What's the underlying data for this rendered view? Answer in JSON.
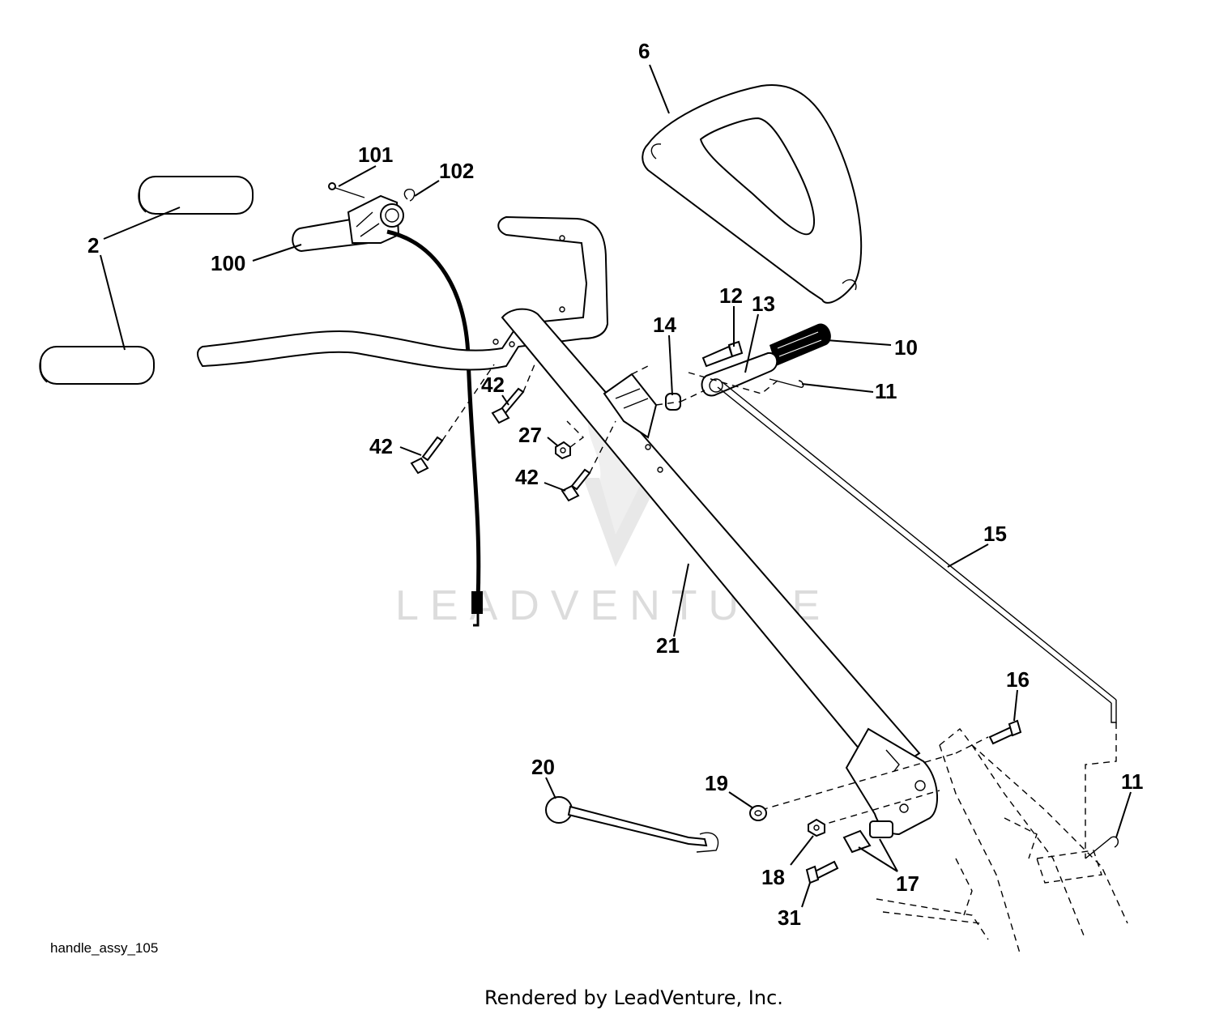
{
  "diagram": {
    "reference": "handle_assy_105",
    "watermark": "LEADVENTURE",
    "footer": "Rendered by LeadVenture, Inc."
  },
  "callouts": {
    "p6": "6",
    "p101": "101",
    "p102": "102",
    "p2": "2",
    "p100": "100",
    "p12": "12",
    "p13": "13",
    "p14": "14",
    "p10": "10",
    "p11a": "11",
    "p42a": "42",
    "p42b": "42",
    "p42c": "42",
    "p27": "27",
    "p15": "15",
    "p21": "21",
    "p16": "16",
    "p20": "20",
    "p19": "19",
    "p11b": "11",
    "p18": "18",
    "p17": "17",
    "p31": "31"
  }
}
